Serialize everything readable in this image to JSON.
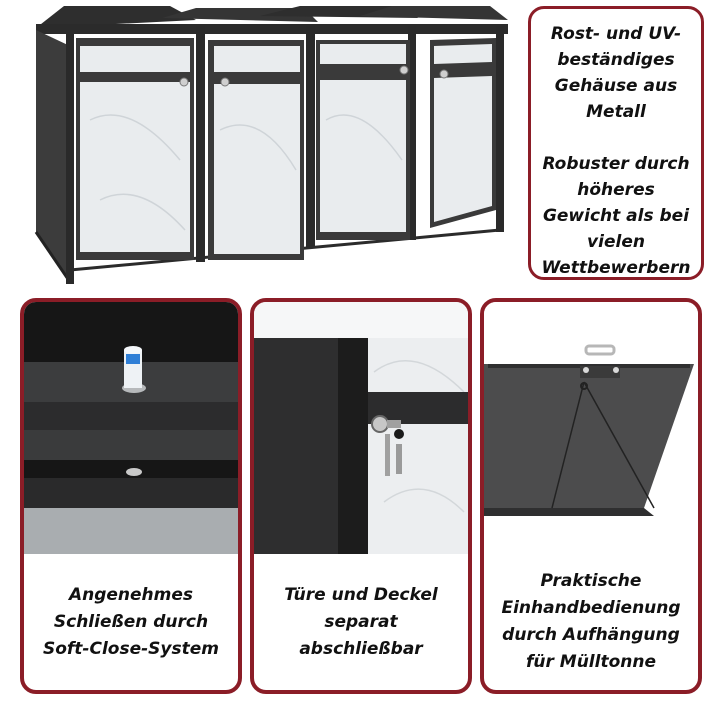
{
  "feature_box": {
    "text_1": "Rost- und UV-beständiges Gehäuse aus Metall",
    "text_2": "Robuster durch höheres Gewicht als bei vielen Wettbewerbern"
  },
  "cards": [
    {
      "caption": "Angenehmes Schließen durch Soft-Close-System"
    },
    {
      "caption": "Türe und Deckel separat abschließbar"
    },
    {
      "caption": "Praktische Einhandbedienung durch Aufhängung für Mülltonne"
    }
  ],
  "colors": {
    "frame": "#8b1d27",
    "metal": "#3a3a3a",
    "panel": "#e9ecee"
  }
}
